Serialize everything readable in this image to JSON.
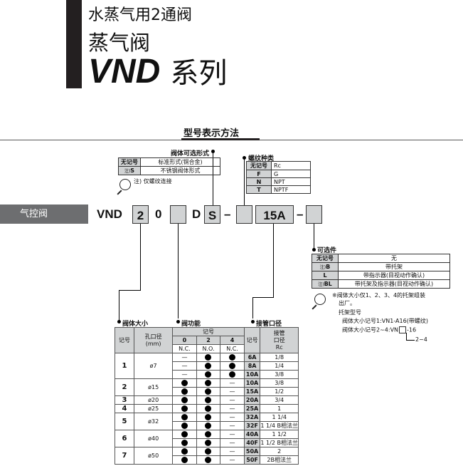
{
  "header": {
    "line1": "水蒸气用2通阀",
    "line2": "蒸气阀",
    "model": "VND",
    "series": "系列"
  },
  "section_title": "型号表示方法",
  "side_label": "气控阀",
  "code": {
    "prefix": "VND",
    "box_size": "2",
    "zero": "0",
    "d": "D",
    "box_material": "S",
    "dash1": "–",
    "box_port": "15A",
    "dash2": "–"
  },
  "material": {
    "title": "阀体可选形式",
    "rows": [
      {
        "key": "无记号",
        "value": "标准形式(铜合金)"
      },
      {
        "key": "S",
        "key_note": "注)",
        "value": "不锈钢阀体形式"
      }
    ],
    "note": "注) 仅螺纹连接"
  },
  "thread": {
    "title": "螺纹种类",
    "rows": [
      {
        "key": "无记号",
        "value": "Rc"
      },
      {
        "key": "F",
        "value": "G"
      },
      {
        "key": "N",
        "value": "NPT"
      },
      {
        "key": "T",
        "value": "NPTF"
      }
    ]
  },
  "options": {
    "title": "可选件",
    "rows": [
      {
        "key": "无记号",
        "value": "无"
      },
      {
        "key": "B",
        "key_note": "注)",
        "value": "带托架"
      },
      {
        "key": "L",
        "value": "带指示器(目视动作确认)"
      },
      {
        "key": "BL",
        "key_note": "注)",
        "value": "带托架及指示器(目视动作确认)"
      }
    ],
    "note1": "※阀体大小仅1、2、3、4的托架组装",
    "note2": "出厂。",
    "note3": "托架型号",
    "note4": "阀体大小记号1:VN1-A16(带螺纹)",
    "note5a": "阀体大小记号2~4:VN",
    "note5b": "-16",
    "note6": "2~4"
  },
  "labels": {
    "size": "阀体大小",
    "function": "阀功能",
    "port": "接管口径"
  },
  "table": {
    "h_code": "记号",
    "h_orifice": "孔口径\n(mm)",
    "h_func_code": "记号",
    "funcs": [
      {
        "code": "0",
        "sub": "N.C."
      },
      {
        "code": "2",
        "sub": "N.O."
      },
      {
        "code": "4",
        "sub": "N.C."
      }
    ],
    "h_port_code": "记号",
    "h_port": "接管\n口径\nRc",
    "dash": "—",
    "groups": [
      {
        "size": "1",
        "orifice": "ø7",
        "rows": [
          {
            "f": [
              "—",
              "●",
              "●"
            ],
            "port": "6A",
            "rc": "1/8"
          },
          {
            "f": [
              "—",
              "●",
              "●"
            ],
            "port": "8A",
            "rc": "1/4"
          },
          {
            "f": [
              "—",
              "●",
              "●"
            ],
            "port": "10A",
            "rc": "3/8"
          }
        ]
      },
      {
        "size": "2",
        "orifice": "ø15",
        "rows": [
          {
            "f": [
              "●",
              "●",
              "—"
            ],
            "port": "10A",
            "rc": "3/8"
          },
          {
            "f": [
              "●",
              "●",
              "—"
            ],
            "port": "15A",
            "rc": "1/2"
          }
        ]
      },
      {
        "size": "3",
        "orifice": "ø20",
        "rows": [
          {
            "f": [
              "●",
              "●",
              "—"
            ],
            "port": "20A",
            "rc": "3/4"
          }
        ]
      },
      {
        "size": "4",
        "orifice": "ø25",
        "rows": [
          {
            "f": [
              "●",
              "●",
              "—"
            ],
            "port": "25A",
            "rc": "1"
          }
        ]
      },
      {
        "size": "5",
        "orifice": "ø32",
        "rows": [
          {
            "f": [
              "●",
              "●",
              "—"
            ],
            "port": "32A",
            "rc": "1 1/4"
          },
          {
            "f": [
              "●",
              "●",
              "—"
            ],
            "port": "32F",
            "rc": "1 1/4 B相法兰"
          }
        ]
      },
      {
        "size": "6",
        "orifice": "ø40",
        "rows": [
          {
            "f": [
              "●",
              "●",
              "—"
            ],
            "port": "40A",
            "rc": "1 1/2"
          },
          {
            "f": [
              "●",
              "●",
              "—"
            ],
            "port": "40F",
            "rc": "1 1/2 B相法兰"
          }
        ]
      },
      {
        "size": "7",
        "orifice": "ø50",
        "rows": [
          {
            "f": [
              "●",
              "●",
              "—"
            ],
            "port": "50A",
            "rc": "2"
          },
          {
            "f": [
              "●",
              "●",
              "—"
            ],
            "port": "50F",
            "rc": "2B相法兰"
          }
        ]
      }
    ]
  }
}
